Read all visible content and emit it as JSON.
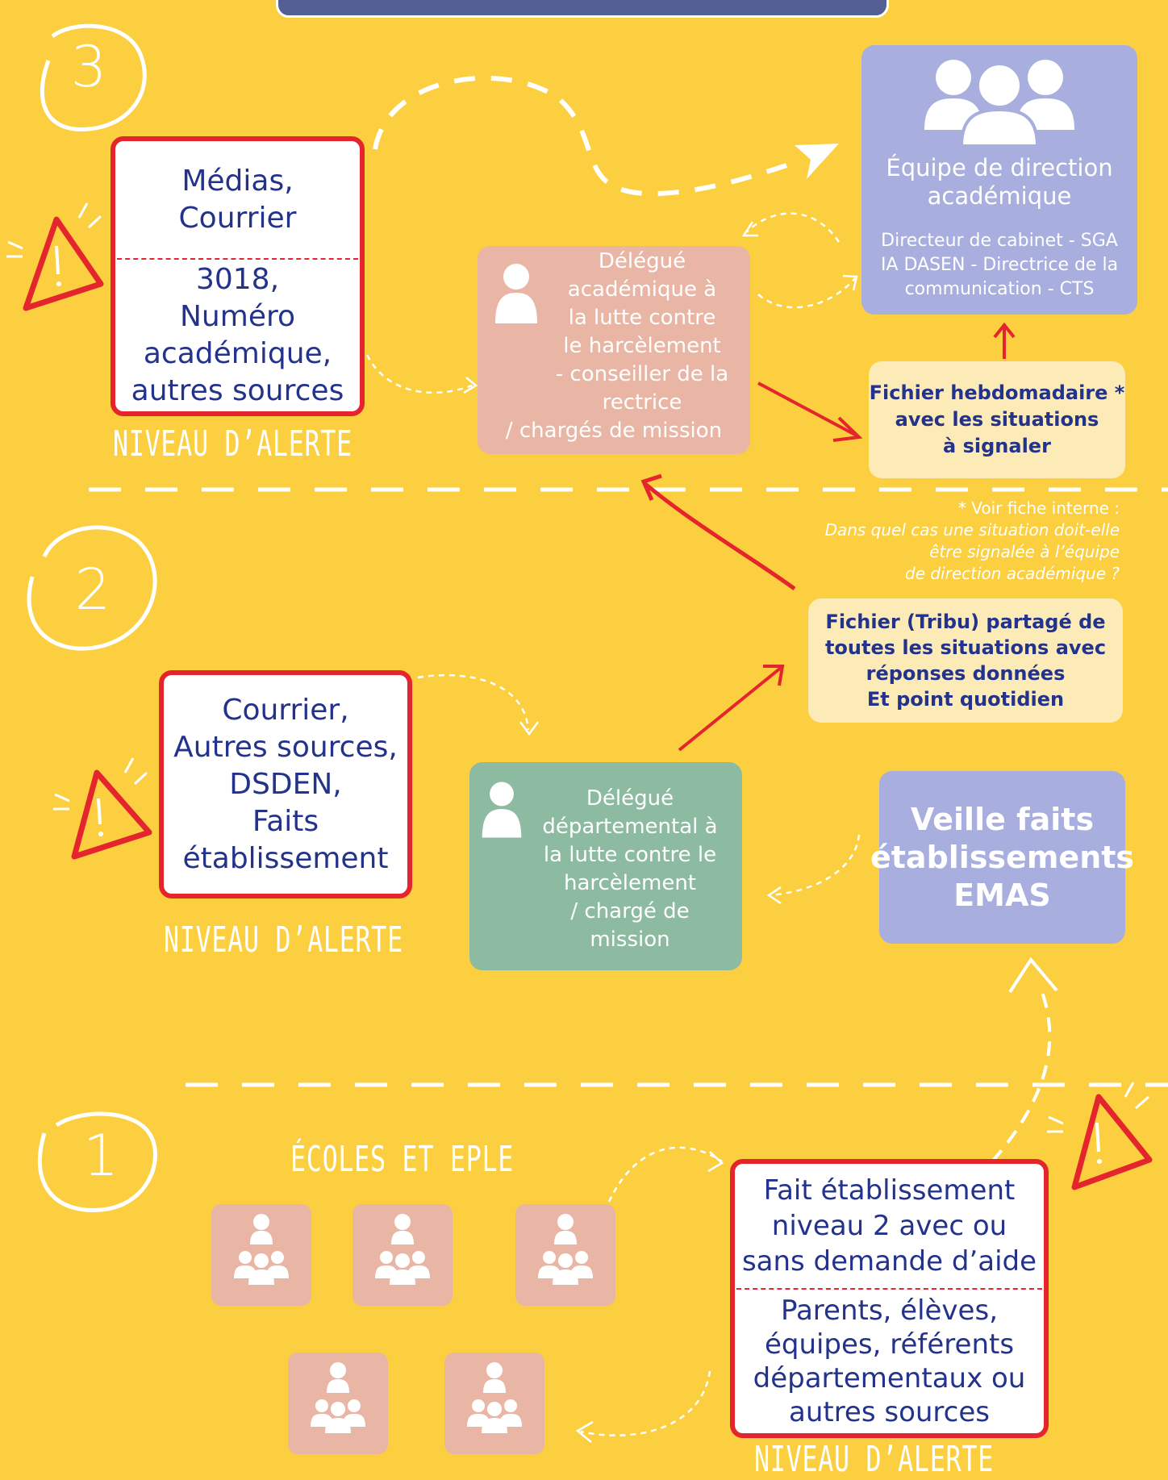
{
  "level3": {
    "number": "3",
    "sources_top": [
      "Médias,",
      "Courrier"
    ],
    "sources_bottom": [
      "3018,",
      "Numéro",
      "académique,",
      "autres sources"
    ],
    "niveau": "NIVEAU D’ALERTE",
    "delegate": [
      "Délégué",
      "académique à",
      "la lutte contre",
      "le harcèlement",
      "- conseiller de la",
      "rectrice",
      "/ chargés de mission"
    ],
    "direction_title": [
      "Équipe de direction",
      "académique"
    ],
    "direction_members": [
      "Directeur de cabinet - SGA",
      "IA DASEN - Directrice de la",
      "communication - CTS"
    ],
    "weekly_file": [
      "Fichier hebdomadaire *",
      "avec les situations",
      "à signaler"
    ]
  },
  "note": {
    "line1": "* Voir fiche interne :",
    "line2": "Dans quel cas une situation doit-elle",
    "line3": "être signalée à l’équipe",
    "line4": "de direction académique ?"
  },
  "level2": {
    "number": "2",
    "sources": [
      "Courrier,",
      "Autres sources,",
      "DSDEN,",
      "Faits",
      "établissement"
    ],
    "niveau": "NIVEAU D’ALERTE",
    "delegate": [
      "Délégué",
      "départemental à",
      "la lutte contre le",
      "harcèlement",
      "/ chargé de",
      "mission"
    ],
    "shared_file": [
      "Fichier (Tribu) partagé de",
      "toutes les situations avec",
      "réponses données",
      "Et point quotidien"
    ],
    "watch": [
      "Veille faits",
      "établissements",
      "EMAS"
    ]
  },
  "level1": {
    "number": "1",
    "schools_title": "ÉCOLES ET EPLE",
    "fact_top": [
      "Fait établissement",
      "niveau 2 avec ou",
      "sans demande d’aide"
    ],
    "fact_bottom": [
      "Parents, élèves,",
      "équipes, référents",
      "départementaux ou",
      "autres sources"
    ],
    "niveau": "NIVEAU D’ALERTE"
  },
  "colors": {
    "background": "#FBCF3F",
    "alert_red": "#E4252E",
    "navy_text": "#23328A",
    "pink": "#E9B6A5",
    "green": "#8DBBA1",
    "lavender": "#A8AEDD",
    "cream": "#FCEBB6",
    "top_bar": "#545F93"
  }
}
